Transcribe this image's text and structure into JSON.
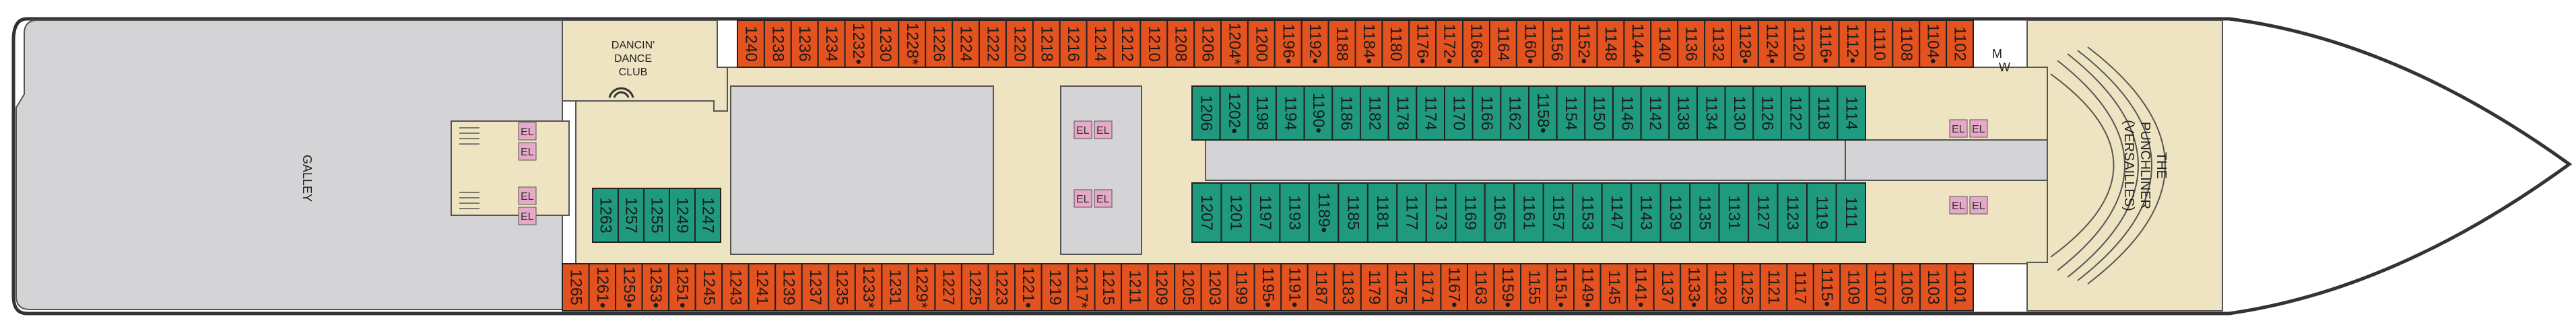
{
  "colors": {
    "hull_outline": "#333333",
    "galley_fill": "#d4d4d6",
    "corridor_fill": "#efe4c2",
    "cabin_outside": "#e4521f",
    "cabin_inside": "#1f9a7e",
    "elevator_fill": "#e7a9c8",
    "theater_fill": "#efe4c2"
  },
  "rooms": {
    "galley": "GALLEY",
    "club_line1": "DANCIN'",
    "club_line2": "DANCE",
    "club_line3": "CLUB",
    "theater_line1": "THE",
    "theater_line2": "PUNCHLINER",
    "theater_line3": "(VERSAILLES)",
    "elevator": "EL",
    "m": "M",
    "w": "W"
  },
  "cabins": {
    "top_outside": [
      "1240",
      "1238",
      "1236",
      "1234",
      "1232•",
      "1230",
      "1228*",
      "1226",
      "1224",
      "1222",
      "1220",
      "1218",
      "1216",
      "1214",
      "1212",
      "1210",
      "1208",
      "1206",
      "1204*",
      "1200",
      "1196•",
      "1192•",
      "1188",
      "1184•",
      "1180",
      "1176•",
      "1172•",
      "1168•",
      "1164",
      "1160•",
      "1156",
      "1152•",
      "1148",
      "1144•",
      "1140",
      "1136",
      "1132",
      "1128•",
      "1124•",
      "1120",
      "1116•",
      "1112•",
      "1110",
      "1108",
      "1104•",
      "1102"
    ],
    "top_inside": [
      "1206",
      "1202•",
      "1198",
      "1194",
      "1190•",
      "1186",
      "1182",
      "1178",
      "1174",
      "1170",
      "1166",
      "1162",
      "1158•",
      "1154",
      "1150",
      "1146",
      "1142",
      "1138",
      "1134",
      "1130",
      "1126",
      "1122",
      "1118",
      "1114"
    ],
    "mid_inside_left": [
      "1263",
      "1257",
      "1255",
      "1249",
      "1247"
    ],
    "mid_inside": [
      "1207",
      "1201",
      "1197",
      "1193",
      "1189•",
      "1185",
      "1181",
      "1177",
      "1173",
      "1169",
      "1165",
      "1161",
      "1157",
      "1153",
      "1147",
      "1143",
      "1139",
      "1135",
      "1131",
      "1127",
      "1123",
      "1119",
      "1111"
    ],
    "bottom_outside": [
      "1265",
      "1261•",
      "1259•",
      "1253•",
      "1251•",
      "1245",
      "1243",
      "1241",
      "1239",
      "1237",
      "1235",
      "1233*",
      "1231",
      "1229*",
      "1227",
      "1225",
      "1223",
      "1221•",
      "1219",
      "1217*",
      "1215",
      "1211",
      "1209",
      "1205",
      "1203",
      "1199",
      "1195•",
      "1191•",
      "1187",
      "1183",
      "1179",
      "1175",
      "1171",
      "1167•",
      "1163",
      "1159•",
      "1155",
      "1151•",
      "1149•",
      "1145",
      "1141•",
      "1137",
      "1133•",
      "1129",
      "1125",
      "1121",
      "1117",
      "1115•",
      "1109",
      "1107",
      "1105",
      "1103",
      "1101"
    ]
  }
}
